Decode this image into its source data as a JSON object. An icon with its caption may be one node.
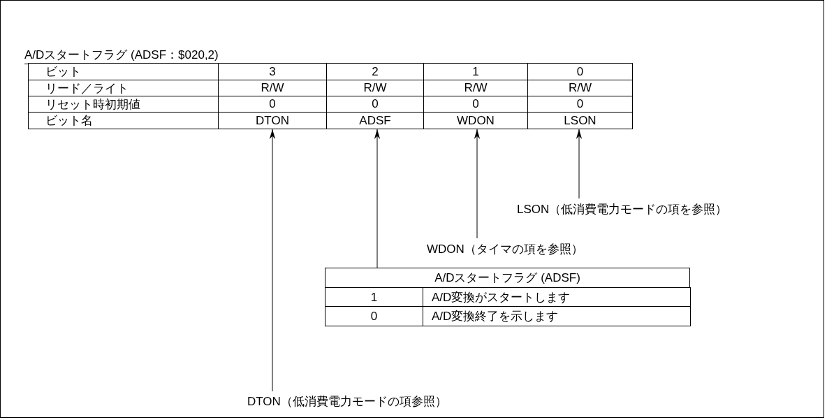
{
  "diagram": {
    "title": "A/Dスタートフラグ (ADSF：$020,2)",
    "nodes": [
      {
        "text": [
          "DTON"
        ]
      },
      {
        "text": [
          "ADSF"
        ]
      },
      {
        "text": [
          "WDON"
        ]
      },
      {
        "text": [
          "LSON"
        ]
      },
      {
        "text": [
          "LSON（低消費電力モードの項を参照）"
        ]
      },
      {
        "text": [
          "WDON（タイマの項を参照）"
        ]
      },
      {
        "text": [
          "A/Dスタートフラグ (ADSF)",
          "1",
          "A/D変換がスタートします",
          "0",
          "A/D変換終了を示します"
        ]
      },
      {
        "text": [
          "DTON（低消費電力モードの項参照）"
        ]
      }
    ],
    "edges": [
      {
        "from": 7,
        "to": 0,
        "arrow": "to"
      },
      {
        "from": 6,
        "to": 1,
        "arrow": "to"
      },
      {
        "from": 5,
        "to": 2,
        "arrow": "to"
      },
      {
        "from": 4,
        "to": 3,
        "arrow": "to"
      }
    ],
    "labels": [
      "ビット",
      "3",
      "2",
      "1",
      "0",
      "リード／ライト",
      "R/W",
      "R/W",
      "R/W",
      "R/W",
      "リセット時初期値",
      "0",
      "0",
      "0",
      "0",
      "ビット名"
    ]
  }
}
